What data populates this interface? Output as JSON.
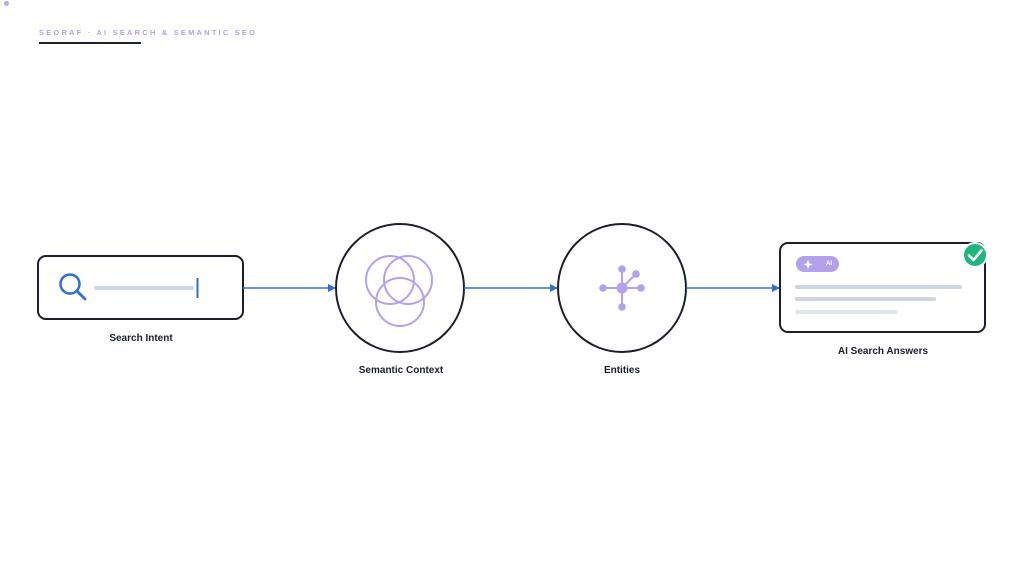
{
  "header": {
    "brand": "SEORAF · AI SEARCH & SEMANTIC SEO"
  },
  "flow": {
    "steps": [
      {
        "label": "Search Intent",
        "icon": "search-icon"
      },
      {
        "label": "Semantic Context",
        "icon": "venn-circles-icon"
      },
      {
        "label": "Entities",
        "icon": "entity-graph-icon"
      },
      {
        "label": "AI Search Answers",
        "icon": "ai-answer-card-icon"
      }
    ],
    "ai_badge": "AI"
  },
  "colors": {
    "accent": "#b3a1ec",
    "dark": "#1b1f2e",
    "arrow": "#2f6fd6",
    "check": "#1fb67e",
    "bar": "#cdd5e0"
  }
}
